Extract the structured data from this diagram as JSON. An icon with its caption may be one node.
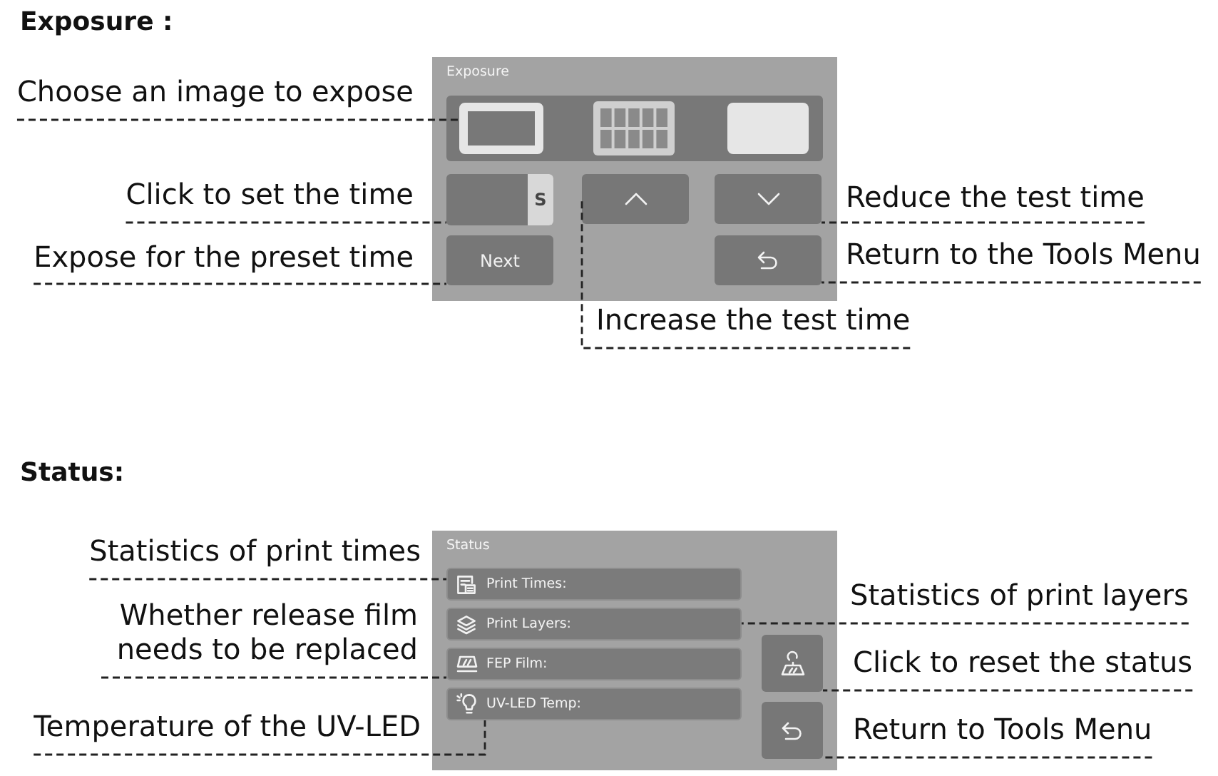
{
  "diagram": {
    "nodes": [
      {
        "text": [
          "Exposure"
        ]
      },
      {
        "text": [],
        "shape": "box",
        "in": 0
      },
      {
        "text": [],
        "shape": "box",
        "in": 1
      },
      {
        "text": [],
        "shape": "picture",
        "in": 1
      },
      {
        "text": [],
        "shape": "box",
        "in": 1
      },
      {
        "text": [
          "S"
        ],
        "in": 0
      },
      {
        "text": [],
        "shape": "box",
        "in": 0
      },
      {
        "text": [],
        "shape": "box",
        "in": 0
      },
      {
        "text": [
          "Next"
        ],
        "in": 0
      },
      {
        "text": [],
        "shape": "box",
        "in": 0
      },
      {
        "text": [
          "Choose an image to expose"
        ]
      },
      {
        "text": [
          "Click to set the time"
        ]
      },
      {
        "text": [
          "Expose for the preset time"
        ]
      },
      {
        "text": [
          "Reduce the test time"
        ]
      },
      {
        "text": [
          "Return to the Tools Menu"
        ]
      },
      {
        "text": [
          "Increase the test time"
        ]
      },
      {
        "text": [
          "Status"
        ]
      },
      {
        "text": [
          "Print Times:"
        ],
        "in": 16
      },
      {
        "text": [
          "Print Layers:"
        ],
        "in": 16
      },
      {
        "text": [
          "FEP Film:"
        ],
        "in": 16
      },
      {
        "text": [
          "UV-LED Temp:"
        ],
        "in": 16
      },
      {
        "text": [],
        "shape": "box",
        "in": 16
      },
      {
        "text": [],
        "shape": "box",
        "in": 16
      },
      {
        "text": [
          "Statistics of print times"
        ]
      },
      {
        "text": [
          "Whether release film needs to be replaced"
        ]
      },
      {
        "text": [
          "Temperature of the UV-LED"
        ]
      },
      {
        "text": [
          "Statistics of print layers"
        ]
      },
      {
        "text": [
          "Click to reset the status"
        ]
      },
      {
        "text": [
          "Return to Tools Menu"
        ]
      }
    ],
    "edges": [
      {
        "from": 10,
        "to": 2,
        "arrow": "none",
        "style": "dashed"
      },
      {
        "from": 11,
        "to": 5,
        "arrow": "none",
        "style": "dashed"
      },
      {
        "from": 12,
        "to": 8,
        "arrow": "none",
        "style": "dashed"
      },
      {
        "from": 13,
        "to": 7,
        "arrow": "none",
        "style": "dashed"
      },
      {
        "from": 14,
        "to": 9,
        "arrow": "none",
        "style": "dashed"
      },
      {
        "from": 15,
        "to": 6,
        "arrow": "none",
        "style": "dashed"
      },
      {
        "from": 23,
        "to": 17,
        "arrow": "none",
        "style": "dashed"
      },
      {
        "from": 24,
        "to": 19,
        "arrow": "none",
        "style": "dashed"
      },
      {
        "from": 25,
        "to": 20,
        "arrow": "none",
        "style": "dashed"
      },
      {
        "from": 26,
        "to": 18,
        "arrow": "none",
        "style": "dashed"
      },
      {
        "from": 27,
        "to": 21,
        "arrow": "none",
        "style": "dashed"
      },
      {
        "from": 28,
        "to": 22,
        "arrow": "none",
        "style": "dashed"
      }
    ],
    "labels": [
      "Exposure :",
      "Status:"
    ]
  }
}
